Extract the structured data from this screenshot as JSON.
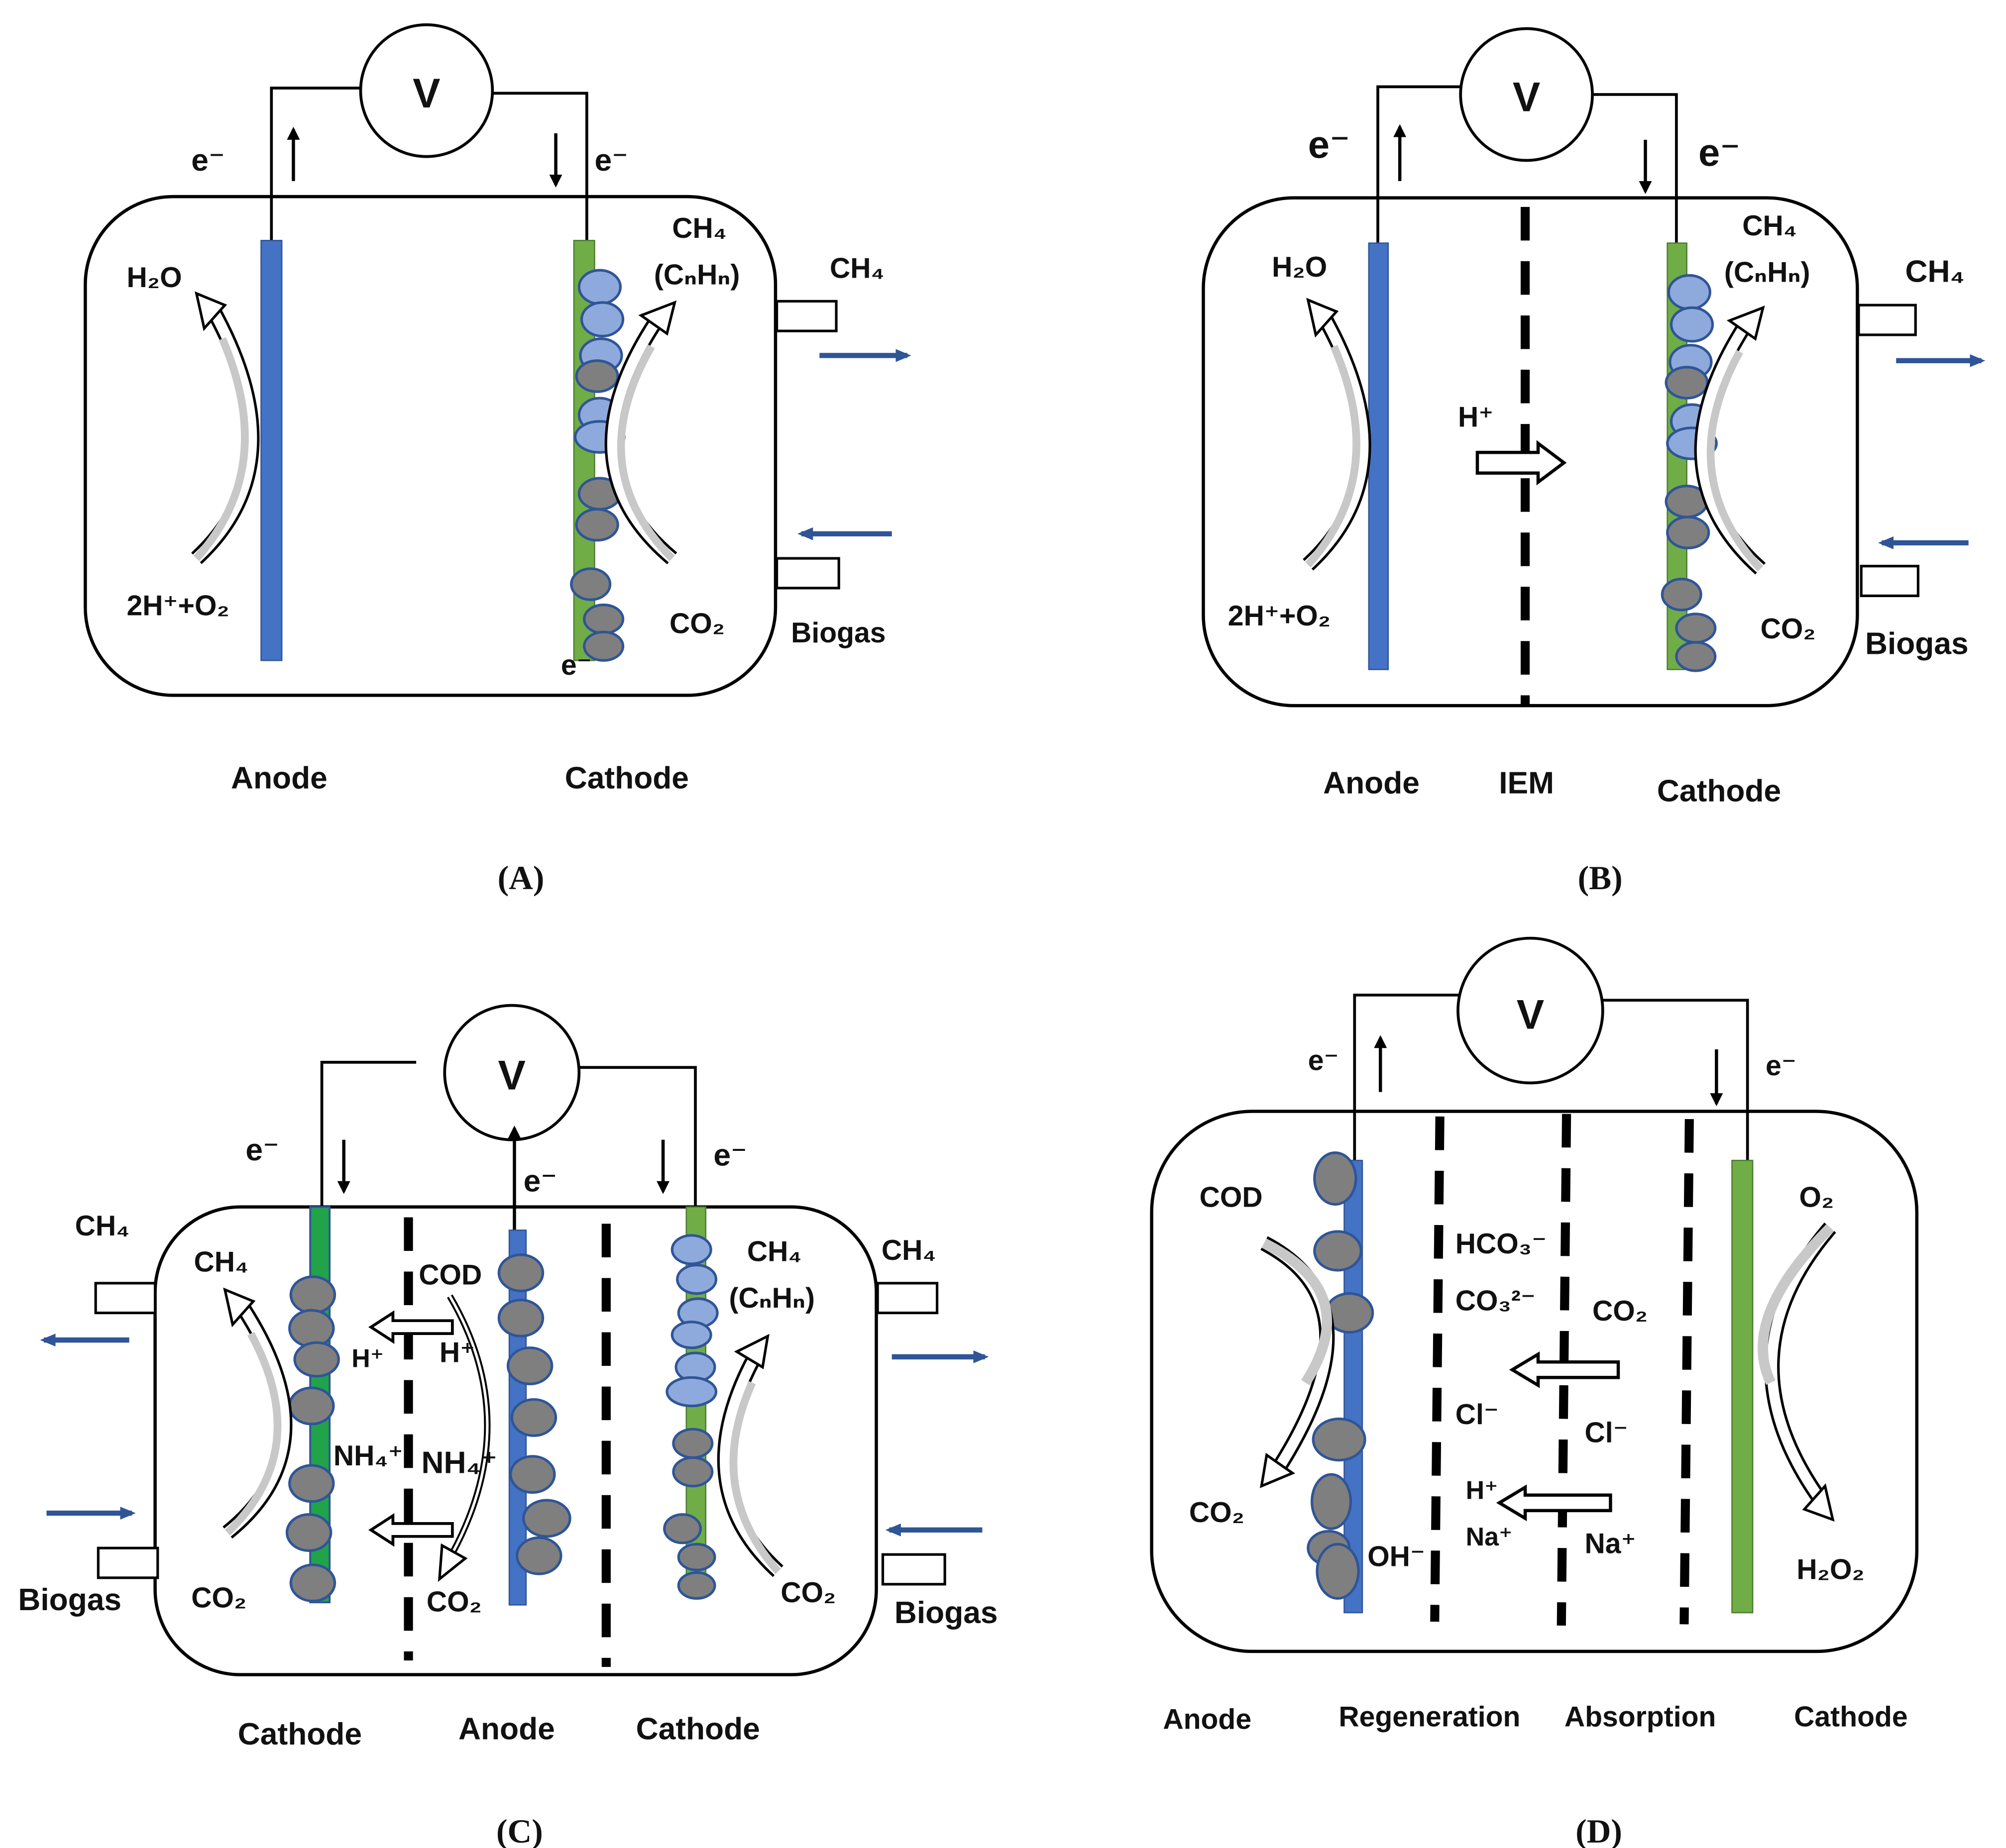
{
  "colors": {
    "anode": "#4472C4",
    "cathode": "#70AD47",
    "cathode_bright": "#21A34A",
    "microbe_blue": "#8EA9DB",
    "microbe_grey": "#7F7F7F",
    "microbe_edge": "#2F5597",
    "flow_arrow": "#2F5597",
    "line": "#000000"
  },
  "panelA": {
    "caption": "(A)",
    "voltmeter": "V",
    "e_left": "e⁻",
    "e_right": "e⁻",
    "h2o": "H₂O",
    "h_o2": "2H⁺+O₂",
    "ch4_prod": "CH₄",
    "cnhn": "(CₙHₙ)",
    "co2": "CO₂",
    "e_bottom": "e⁻",
    "ch4_out": "CH₄",
    "biogas": "Biogas",
    "anode": "Anode",
    "cathode": "Cathode"
  },
  "panelB": {
    "caption": "(B)",
    "voltmeter": "V",
    "e_left": "e⁻",
    "e_right": "e⁻",
    "h2o": "H₂O",
    "h_o2": "2H⁺+O₂",
    "hplus": "H⁺",
    "ch4_prod": "CH₄",
    "cnhn": "(CₙHₙ)",
    "co2": "CO₂",
    "ch4_out": "CH₄",
    "biogas": "Biogas",
    "anode": "Anode",
    "iem": "IEM",
    "cathode": "Cathode"
  },
  "panelC": {
    "caption": "(C)",
    "voltmeter": "V",
    "e_left": "e⁻",
    "e_mid": "e⁻",
    "e_right": "e⁻",
    "ch4_out_left": "CH₄",
    "ch4_out_right": "CH₄",
    "biogas_left": "Biogas",
    "biogas_right": "Biogas",
    "ch4_left": "CH₄",
    "co2_left": "CO₂",
    "cod": "COD",
    "co2_mid": "CO₂",
    "hplus_a": "H⁺",
    "hplus_b": "H⁺",
    "nh4_a": "NH₄⁺",
    "nh4_b": "NH₄⁺",
    "ch4_right": "CH₄",
    "cnhn": "(CₙHₙ)",
    "co2_right": "CO₂",
    "cathode_left": "Cathode",
    "anode": "Anode",
    "cathode_right": "Cathode"
  },
  "panelD": {
    "caption": "(D)",
    "voltmeter": "V",
    "e_left": "e⁻",
    "e_right": "e⁻",
    "cod": "COD",
    "co2_left": "CO₂",
    "oh": "OH⁻",
    "hco3": "HCO₃⁻",
    "co3": "CO₃²⁻",
    "co2_mid": "CO₂",
    "cl_a": "Cl⁻",
    "cl_b": "Cl⁻",
    "hplus": "H⁺",
    "na_a": "Na⁺",
    "na_b": "Na⁺",
    "o2": "O₂",
    "h2o2": "H₂O₂",
    "anode": "Anode",
    "regeneration": "Regeneration",
    "absorption": "Absorption",
    "cathode": "Cathode"
  }
}
